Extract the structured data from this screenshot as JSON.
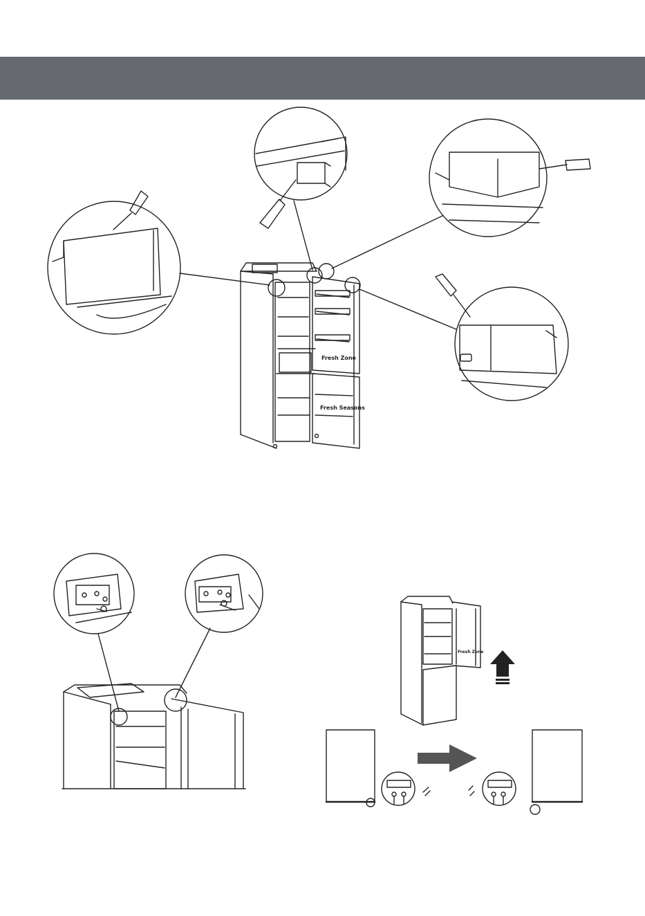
{
  "header": {
    "band_color": "#666a70"
  },
  "labels": {
    "fridge_main_upper": "Fresh Zone",
    "fridge_main_lower": "Fresh Seasons",
    "fridge_small": "Fresh Zone"
  },
  "icons": {
    "screwdriver": "screwdriver-icon",
    "up_arrow": "up-arrow-icon",
    "right_arrow": "right-arrow-icon",
    "hinge": "hinge-icon"
  },
  "colors": {
    "line": "#222222",
    "arrow": "#555555",
    "band": "#666a70"
  }
}
